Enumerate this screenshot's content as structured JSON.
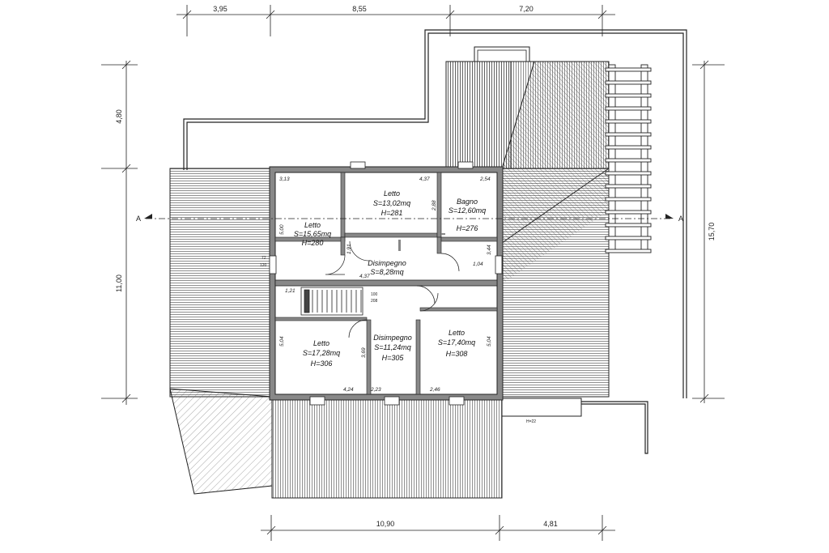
{
  "dimensions": {
    "top": [
      "3,95",
      "8,55",
      "7,20"
    ],
    "left": [
      "4,80",
      "11,00"
    ],
    "right": "15,70",
    "bottom": [
      "10,90",
      "4,81"
    ]
  },
  "section_marker": "A",
  "rooms": {
    "letto_1": {
      "name": "Letto",
      "area": "S=15,65mq",
      "height": "H=280"
    },
    "letto_2": {
      "name": "Letto",
      "area": "S=13,02mq",
      "height": "H=281"
    },
    "bagno": {
      "name": "Bagno",
      "area": "S=12,60mq",
      "height": "H=276"
    },
    "disimpegno_1": {
      "name": "Disimpegno",
      "area": "S=8,28mq"
    },
    "letto_3": {
      "name": "Letto",
      "area": "S=17,28mq",
      "height": "H=306"
    },
    "disimpegno_2": {
      "name": "Disimpegno",
      "area": "S=11,24mq",
      "height": "H=305"
    },
    "letto_4": {
      "name": "Letto",
      "area": "S=17,40mq",
      "height": "H=308"
    }
  },
  "inner_dims": {
    "d313": "3,13",
    "d437a": "4,37",
    "d254": "2,54",
    "d500": "5,00",
    "d288": "2,88",
    "d191": "1,91",
    "d437b": "4,37",
    "d344": "3,44",
    "d104": "1,04",
    "d121": "1,21",
    "d504a": "5,04",
    "d369": "3,69",
    "d504b": "5,04",
    "d424": "4,24",
    "d223": "2,23",
    "d246": "2,46",
    "d72": "72",
    "d120": "120",
    "d100": "100",
    "d208": "208"
  }
}
